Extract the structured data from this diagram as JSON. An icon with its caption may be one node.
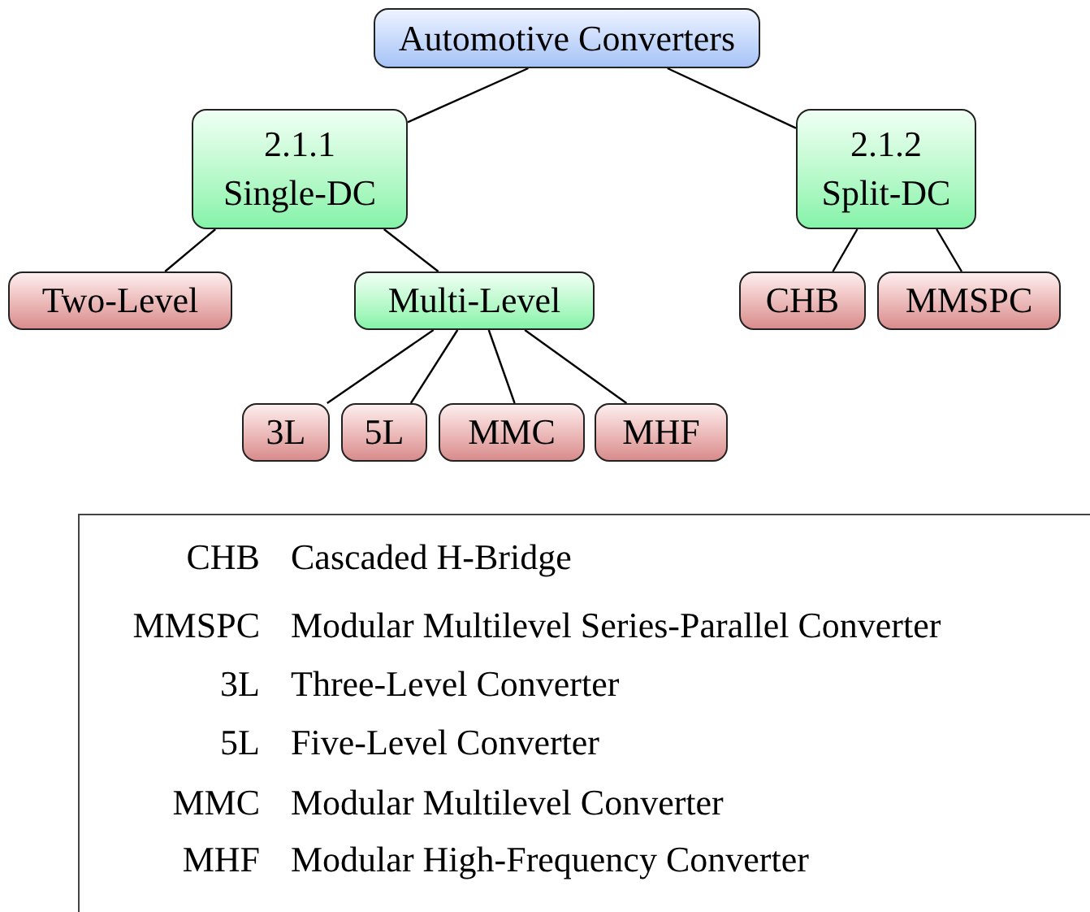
{
  "diagram": {
    "nodes": [
      {
        "text": [
          "Automotive Converters"
        ]
      },
      {
        "text": [
          "2.1.1",
          "Single-DC"
        ]
      },
      {
        "text": [
          "2.1.2",
          "Split-DC"
        ]
      },
      {
        "text": [
          "Two-Level"
        ]
      },
      {
        "text": [
          "Multi-Level"
        ]
      },
      {
        "text": [
          "CHB"
        ]
      },
      {
        "text": [
          "MMSPC"
        ]
      },
      {
        "text": [
          "3L"
        ]
      },
      {
        "text": [
          "5L"
        ]
      },
      {
        "text": [
          "MMC"
        ]
      },
      {
        "text": [
          "MHF"
        ]
      }
    ],
    "edges": [
      {
        "from": 0,
        "to": 1,
        "arrow": "none"
      },
      {
        "from": 0,
        "to": 2,
        "arrow": "none"
      },
      {
        "from": 1,
        "to": 3,
        "arrow": "none"
      },
      {
        "from": 1,
        "to": 4,
        "arrow": "none"
      },
      {
        "from": 2,
        "to": 5,
        "arrow": "none"
      },
      {
        "from": 2,
        "to": 6,
        "arrow": "none"
      },
      {
        "from": 4,
        "to": 7,
        "arrow": "none"
      },
      {
        "from": 4,
        "to": 8,
        "arrow": "none"
      },
      {
        "from": 4,
        "to": 9,
        "arrow": "none"
      },
      {
        "from": 4,
        "to": 10,
        "arrow": "none"
      }
    ],
    "labels": [
      "CHB",
      "Cascaded H-Bridge",
      "MMSPC",
      "Modular Multilevel Series-Parallel Converter",
      "3L",
      "Three-Level Converter",
      "5L",
      "Five-Level Converter",
      "MMC",
      "Modular Multilevel Converter",
      "MHF",
      "Modular High-Frequency Converter"
    ]
  }
}
